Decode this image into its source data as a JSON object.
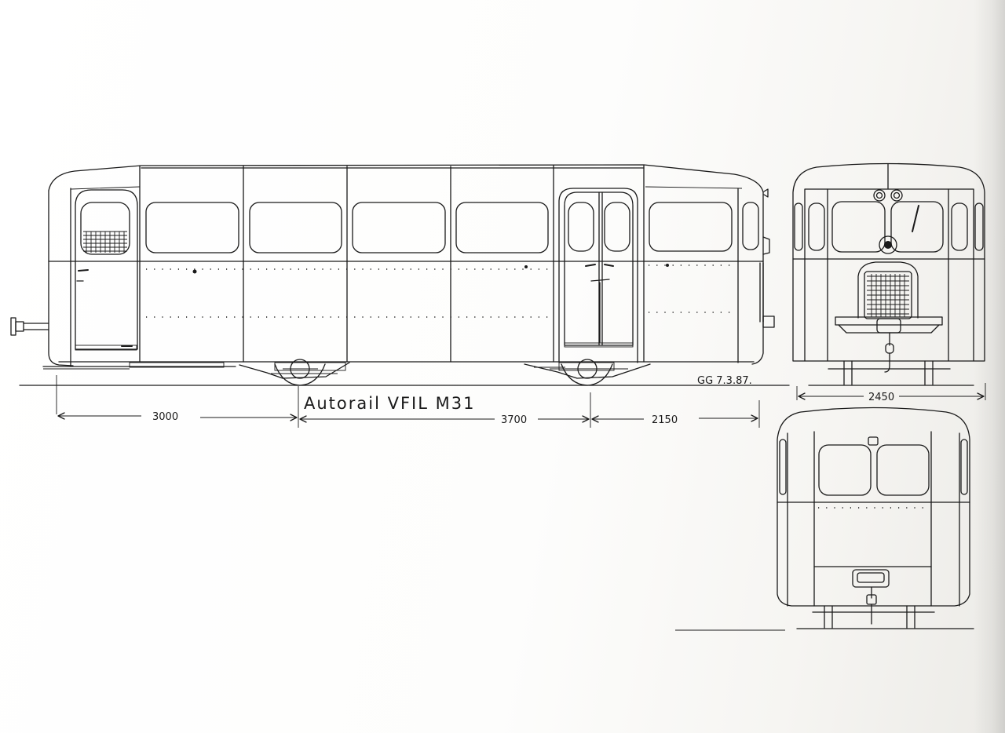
{
  "drawing": {
    "title": "Autorail VFIL M31",
    "signature": "GG 7.3.87.",
    "dimensions": {
      "left_span": "3000",
      "wheelbase": "3700",
      "right_span": "2150",
      "body_width": "2450"
    }
  },
  "views": [
    "side-elevation",
    "front-elevation",
    "rear-elevation"
  ],
  "colors": {
    "ink": "#1a1a1a",
    "paper": "#ffffff"
  }
}
